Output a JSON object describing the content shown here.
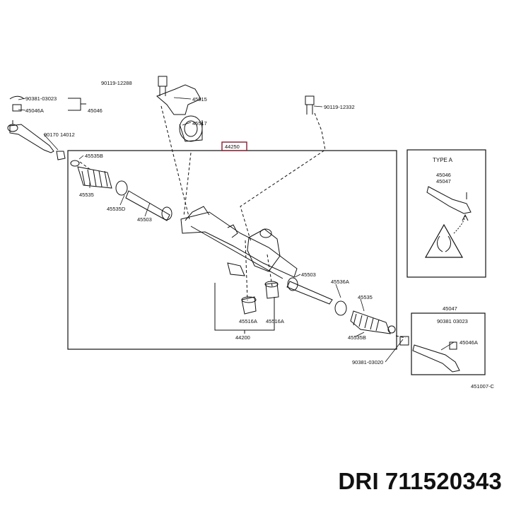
{
  "parts": {
    "p93119": "90119-12288",
    "p45515": "45515",
    "p45517": "45517",
    "p90119b": "90119-12332",
    "p44250": "44250",
    "p90381": "90381-03023",
    "p45046A": "45046A",
    "p45046": "45046",
    "p93170": "90170 14012",
    "p45535B": "45535B",
    "p45535": "45535",
    "p45535D": "45535D",
    "p45503": "45503",
    "p45503b": "45503",
    "p45536A": "45536A",
    "p45535b2": "45535",
    "p45516A": "45516A",
    "p45516Ab": "45516A",
    "p44200": "44200",
    "p45535Bb": "45535B",
    "p90381b": "90381-03020",
    "diagram_code": "451007-C"
  },
  "type_a": {
    "title": "TYPE  A",
    "line1": "45046",
    "line2": "45047"
  },
  "inset_b": {
    "title": "45047",
    "line1": "90381 03023",
    "line2": "45046A"
  },
  "brand": {
    "name": "DRI",
    "code": "711520343"
  }
}
